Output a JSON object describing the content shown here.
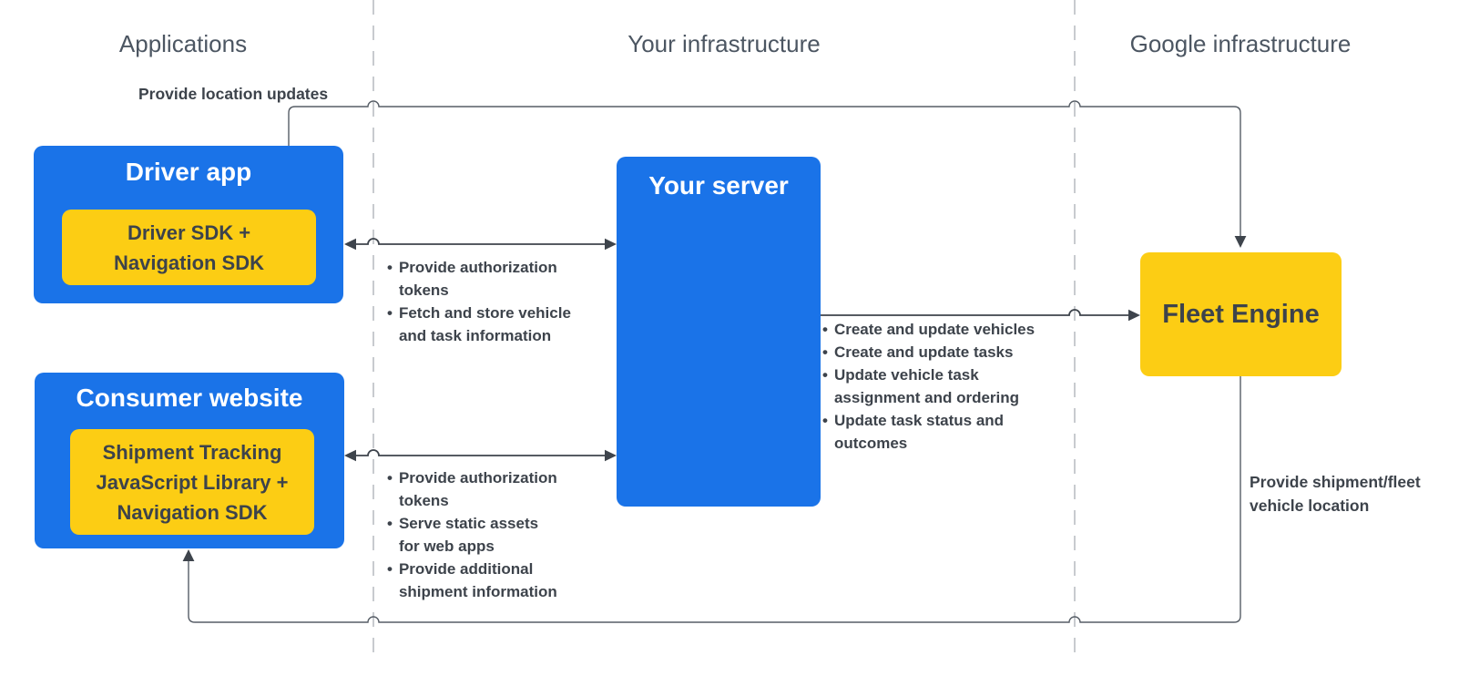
{
  "diagram": {
    "columns": [
      {
        "label": "Applications"
      },
      {
        "label": "Your infrastructure"
      },
      {
        "label": "Google infrastructure"
      }
    ],
    "nodes": {
      "driver_app": {
        "title": "Driver app",
        "inner": "Driver SDK +\nNavigation SDK"
      },
      "consumer_website": {
        "title": "Consumer website",
        "inner": "Shipment Tracking\nJavaScript Library +\nNavigation SDK"
      },
      "your_server": {
        "title": "Your server"
      },
      "fleet_engine": {
        "title": "Fleet Engine"
      }
    },
    "edges": {
      "location_updates": {
        "label": "Provide location updates"
      },
      "driver_server": {
        "bullets": [
          "Provide authorization\ntokens",
          "Fetch and store vehicle\nand task information"
        ]
      },
      "consumer_server": {
        "bullets": [
          "Provide authorization\ntokens",
          "Serve static assets\nfor web apps",
          "Provide additional\nshipment information"
        ]
      },
      "server_fleet": {
        "bullets": [
          "Create and update vehicles",
          "Create and update tasks",
          "Update vehicle task\nassignment and ordering",
          "Update task status and\noutcomes"
        ]
      },
      "fleet_consumer": {
        "label": "Provide shipment/fleet\nvehicle location"
      }
    },
    "bullet_char": "•",
    "colors": {
      "blue": "#1a73e8",
      "yellow": "#fccd14",
      "line": "#565d66",
      "arrowhead": "#3e444c",
      "dashed": "#c8cbcf",
      "text_dark": "#3d434b",
      "header_text": "#4c5662"
    }
  }
}
